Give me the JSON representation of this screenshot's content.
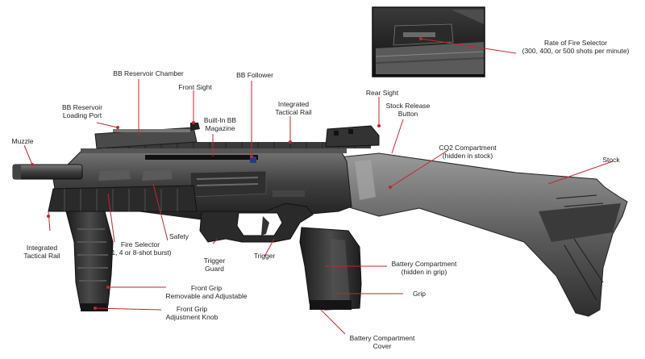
{
  "title": "BB gun parts diagram",
  "colors": {
    "leader": "#c8262b",
    "gun_dark": "#2b2b2b",
    "gun_mid": "#5a5a5a",
    "gun_light": "#8e8e8e"
  },
  "labels": {
    "muzzle": [
      "Muzzle"
    ],
    "bb_reservoir_loading_port": [
      "BB Reservoir",
      "Loading Port"
    ],
    "bb_reservoir_chamber": [
      "BB Reservoir Chamber"
    ],
    "front_sight": [
      "Front Sight"
    ],
    "built_in_bb_magazine": [
      "Built-In BB",
      "Magazine"
    ],
    "bb_follower": [
      "BB Follower"
    ],
    "integrated_tactical_rail_top": [
      "Integrated",
      "Tactical Rail"
    ],
    "rear_sight": [
      "Rear Sight"
    ],
    "stock_release_button": [
      "Stock Release",
      "Button"
    ],
    "co2_compartment": [
      "CO2 Compartment",
      "(hidden in stock)"
    ],
    "stock": [
      "Stock"
    ],
    "rate_of_fire_selector": [
      "Rate of Fire Selector",
      "(300, 400, or 500 shots per minute)"
    ],
    "integrated_tactical_rail_bottom": [
      "Integrated",
      "Tactical Rail"
    ],
    "fire_selector": [
      "Fire Selector",
      "(1, 4 or 8-shot burst)"
    ],
    "safety": [
      "Safety"
    ],
    "trigger_guard": [
      "Trigger",
      "Guard"
    ],
    "trigger": [
      "Trigger"
    ],
    "battery_compartment": [
      "Battery Compartment",
      "(hidden in grip)"
    ],
    "grip": [
      "Grip"
    ],
    "battery_compartment_cover": [
      "Battery Compartment",
      "Cover"
    ],
    "front_grip": [
      "Front Grip",
      "Removable and Adjustable"
    ],
    "front_grip_adjustment_knob": [
      "Front Grip",
      "Adjustment Knob"
    ]
  }
}
